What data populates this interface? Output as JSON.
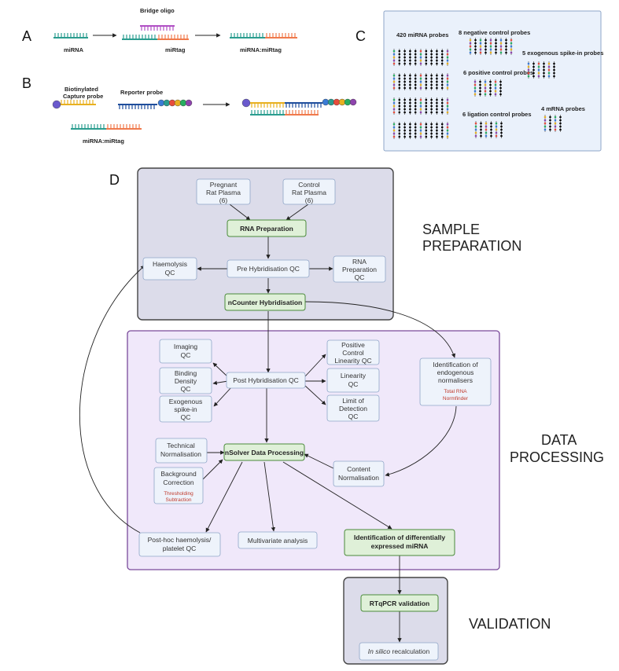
{
  "panel_letters": {
    "a": "A",
    "b": "B",
    "c": "C",
    "d": "D"
  },
  "panel_a": {
    "mirna": "miRNA",
    "bridge": "Bridge oligo",
    "mirtag": "miRtag",
    "complex": "miRNA:miRtag"
  },
  "panel_b": {
    "capture_line1": "Biotinylated",
    "capture_line2": "Capture probe",
    "reporter": "Reporter probe",
    "complex": "miRNA:miRtag"
  },
  "panel_c": {
    "mirna_probes": "420 miRNA probes",
    "negative": "8 negative control probes",
    "spikein": "5 exogenous spike-in probes",
    "positive": "6 positive control probes",
    "ligation": "6 ligation control probes",
    "mrna": "4 mRNA probes"
  },
  "sections": {
    "sample_line1": "SAMPLE",
    "sample_line2": "PREPARATION",
    "data_line1": "DATA",
    "data_line2": "PROCESSING",
    "validation": "VALIDATION"
  },
  "nodes": {
    "pregnant": [
      "Pregnant",
      "Rat Plasma",
      "(6)"
    ],
    "control": [
      "Control",
      "Rat Plasma",
      "(6)"
    ],
    "rna_prep": "RNA Preparation",
    "haemolysis": [
      "Haemolysis",
      "QC"
    ],
    "pre_hyb": "Pre Hybridisation QC",
    "rna_prep_qc": [
      "RNA",
      "Preparation",
      "QC"
    ],
    "ncounter": "nCounter Hybridisation",
    "imaging": [
      "Imaging",
      "QC"
    ],
    "binding": [
      "Binding",
      "Density",
      "QC"
    ],
    "exogenous": [
      "Exogenous",
      "spike-in",
      "QC"
    ],
    "post_hyb": "Post Hybridisation QC",
    "pos_ctrl": [
      "Positive",
      "Control",
      "Linearity  QC"
    ],
    "linearity": [
      "Linearity",
      "QC"
    ],
    "lod": [
      "Limit of",
      "Detection",
      "QC"
    ],
    "endogenous": [
      "Identification of",
      "endogenous",
      "normalisers"
    ],
    "endogenous_methods": [
      "Total RNA",
      "Normfinder"
    ],
    "tech_norm": [
      "Technical",
      "Normalisation"
    ],
    "nsolver": "nSolver Data Processing",
    "background": [
      "Background",
      "Correction"
    ],
    "background_methods": [
      "Thresholding",
      "Subtraction"
    ],
    "content_norm": [
      "Content",
      "Normalisation"
    ],
    "posthoc": [
      "Post-hoc haemolysis/",
      "platelet QC"
    ],
    "multivariate": "Multivariate analysis",
    "diff_expr": [
      "Identification of differentially",
      "expressed miRNA"
    ],
    "rtqpcr": "RTqPCR validation",
    "insilico_italic": "In silico",
    "insilico_rest": " recalculation"
  },
  "colors": {
    "sample_bg": "#dcdcea",
    "data_bg": "#f0e8fa",
    "validation_bg": "#dcdcea",
    "panel_c_bg": "#eaf1fb",
    "green_box": "#dff0d8",
    "red_text": "#c0392b",
    "mirna_strand": "#2a9d8f",
    "mirtag_strand": "#f07a4c",
    "bridge_strand": "#b04fc4",
    "capture_strand": "#e8b020",
    "reporter_strand": "#1f4e9c"
  }
}
